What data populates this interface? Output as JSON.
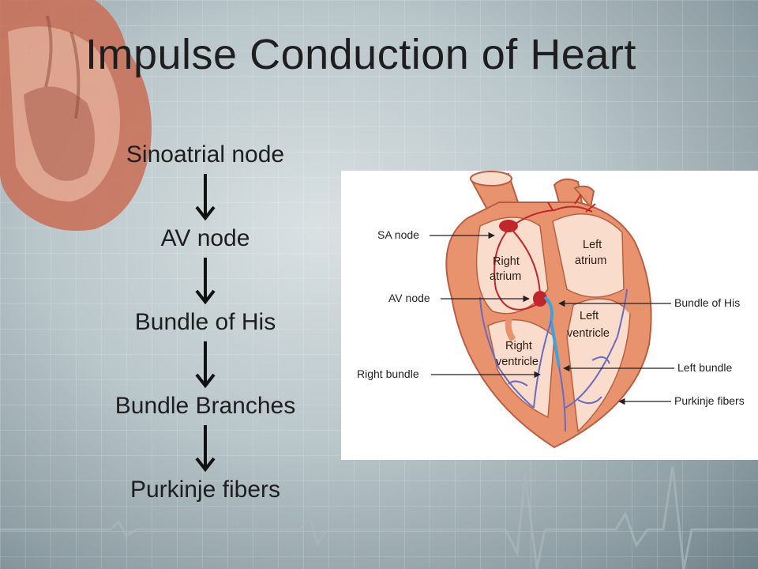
{
  "slide": {
    "title": "Impulse Conduction of Heart",
    "flow_steps": [
      "Sinoatrial node",
      "AV node",
      "Bundle of His",
      "Bundle Branches",
      "Purkinje fibers"
    ]
  },
  "diagram": {
    "callouts": {
      "sa_node": "SA node",
      "av_node": "AV node",
      "right_bundle": "Right bundle",
      "bundle_of_his": "Bundle of His",
      "left_bundle": "Left bundle",
      "purkinje_fibers": "Purkinje fibers"
    },
    "chambers": {
      "right_atrium_1": "Right",
      "right_atrium_2": "atrium",
      "left_atrium_1": "Left",
      "left_atrium_2": "atrium",
      "left_ventricle_1": "Left",
      "left_ventricle_2": "ventricle",
      "right_ventricle_1": "Right",
      "right_ventricle_2": "ventricle"
    }
  },
  "colors": {
    "muscle": "#e8936e",
    "muscle_edge": "#b85f42",
    "chamber": "#f9dccb",
    "conduction": "#c0272d",
    "purkinje": "#6a6bbf",
    "bundle_blue": "#3fa2d8"
  }
}
